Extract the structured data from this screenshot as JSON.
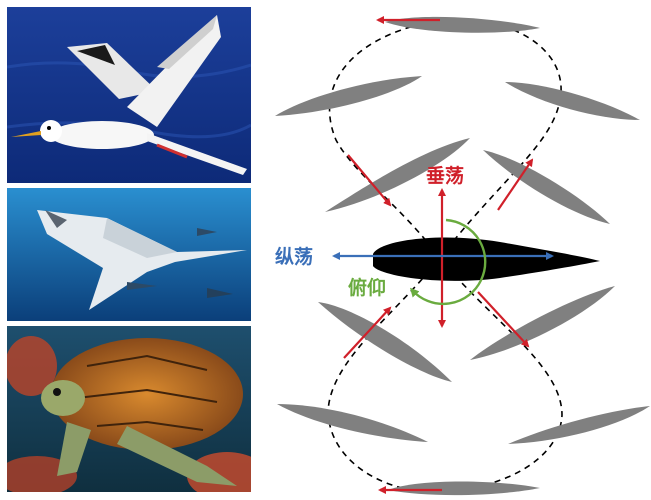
{
  "photos": [
    {
      "subject": "seabird-in-flight"
    },
    {
      "subject": "manta-ray-swimming"
    },
    {
      "subject": "sea-turtle-swimming"
    }
  ],
  "diagram": {
    "labels": {
      "heave": "垂荡",
      "surge": "纵荡",
      "pitch": "俯仰"
    },
    "colors": {
      "heave": "#d0202a",
      "surge": "#3a6fb8",
      "pitch": "#6aab3f",
      "foil_shadow": "#808080",
      "foil_main": "#000000",
      "trajectory": "#000000"
    }
  }
}
